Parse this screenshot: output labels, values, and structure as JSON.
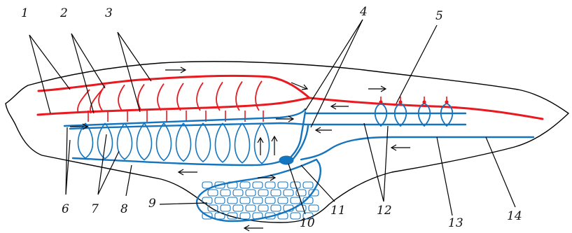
{
  "colors": {
    "arterial": "#e8191f",
    "venous": "#1474bd",
    "outline": "#000000"
  },
  "labels": {
    "l1": "1",
    "l2": "2",
    "l3": "3",
    "l4": "4",
    "l5": "5",
    "l6": "6",
    "l7": "7",
    "l8": "8",
    "l9": "9",
    "l10": "10",
    "l11": "11",
    "l12": "12",
    "l13": "13",
    "l14": "14"
  }
}
